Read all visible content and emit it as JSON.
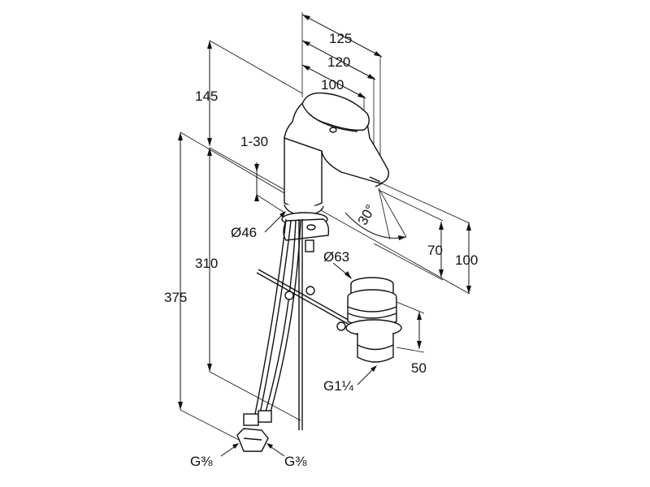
{
  "dimensions": {
    "d125": "125",
    "d120": "120",
    "d100_top": "100",
    "d145": "145",
    "d1_30": "1-30",
    "d30deg": "30°",
    "dia46": "Ø46",
    "d310": "310",
    "d375": "375",
    "d70": "70",
    "d100_right": "100",
    "dia63": "Ø63",
    "d50": "50",
    "g1_1_4": "G1¼",
    "g3_8_left": "G⅜",
    "g3_8_right": "G⅜"
  }
}
